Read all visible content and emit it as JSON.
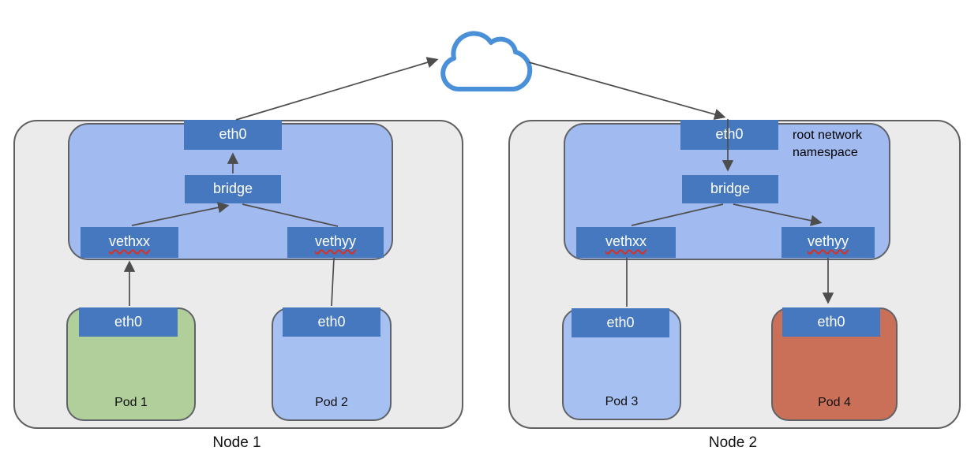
{
  "nodes": [
    {
      "label": "Node 1",
      "namespace": {
        "eth0": "eth0",
        "bridge": "bridge",
        "veth_left": "vethxx",
        "veth_right": "vethyy"
      },
      "pods": [
        {
          "label": "Pod 1",
          "eth": "eth0"
        },
        {
          "label": "Pod 2",
          "eth": "eth0"
        }
      ]
    },
    {
      "label": "Node 2",
      "annotation": "root network namespace",
      "namespace": {
        "eth0": "eth0",
        "bridge": "bridge",
        "veth_left": "vethxx",
        "veth_right": "vethyy"
      },
      "pods": [
        {
          "label": "Pod 3",
          "eth": "eth0"
        },
        {
          "label": "Pod 4",
          "eth": "eth0"
        }
      ]
    }
  ],
  "icons": {
    "cloud": "cloud-icon"
  },
  "edges": [
    {
      "from": "node1.eth0",
      "to": "cloud",
      "arrow": true
    },
    {
      "from": "cloud",
      "to": "node2.eth0",
      "arrow": true
    },
    {
      "from": "node1.bridge",
      "to": "node1.eth0",
      "arrow": true
    },
    {
      "from": "node1.vethxx",
      "to": "node1.bridge",
      "arrow": true
    },
    {
      "from": "node1.bridge",
      "to": "node1.vethyy",
      "arrow": false
    },
    {
      "from": "node1.pod1.eth0",
      "to": "node1.vethxx",
      "arrow": true
    },
    {
      "from": "node1.vethyy",
      "to": "node1.pod2.eth0",
      "arrow": false
    },
    {
      "from": "node2.eth0",
      "to": "node2.bridge",
      "arrow": true
    },
    {
      "from": "node2.bridge",
      "to": "node2.vethxx",
      "arrow": false
    },
    {
      "from": "node2.bridge",
      "to": "node2.vethyy",
      "arrow": true
    },
    {
      "from": "node2.vethxx",
      "to": "node2.pod3.eth0",
      "arrow": false
    },
    {
      "from": "node2.vethyy",
      "to": "node2.pod4.eth0",
      "arrow": true
    }
  ],
  "colors": {
    "interface_box": "#4678bf",
    "namespace_fill": "#a1bbf0",
    "node_fill": "#ebebeb",
    "pod_green": "#b1cf9b",
    "pod_blue": "#a7c0f2",
    "pod_red": "#ca7058",
    "cloud_stroke": "#4a90d9",
    "arrow": "#4d4d4d",
    "misspell_underline": "#d93025"
  }
}
